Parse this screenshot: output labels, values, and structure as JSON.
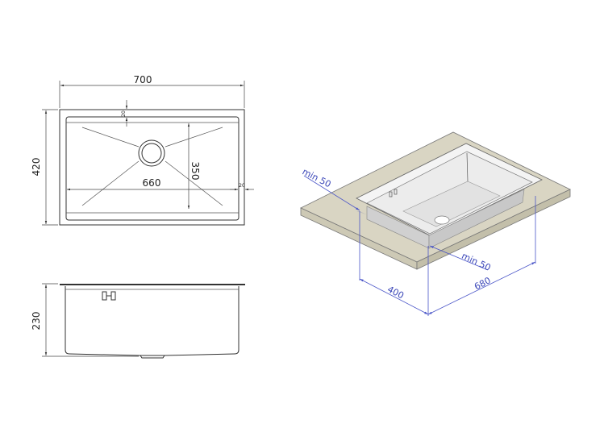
{
  "top_view": {
    "overall_width": "700",
    "overall_depth": "420",
    "bowl_width": "660",
    "bowl_depth": "350",
    "rim_top": "20",
    "rim_side": "20"
  },
  "side_view": {
    "height": "230"
  },
  "iso_view": {
    "min_clearance_back": "min 50",
    "min_clearance_front": "min 50",
    "cutout_depth": "400",
    "cutout_width": "680"
  },
  "colors": {
    "countertop": "#d9d5c3",
    "dimension_blue": "#4a55c8"
  }
}
